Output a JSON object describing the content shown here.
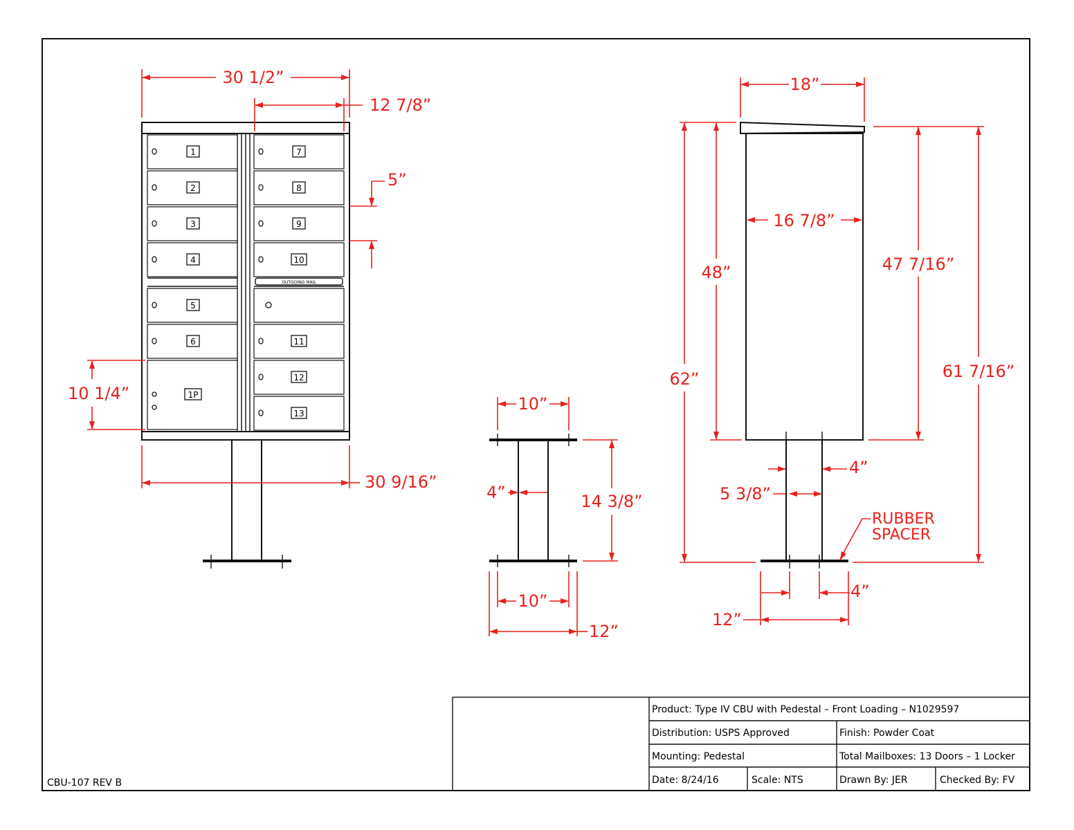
{
  "drawing_code": "CBU-107 REV B",
  "title_block": {
    "product": "Product: Type IV CBU with Pedestal – Front Loading – N1029597",
    "distribution": "Distribution: USPS Approved",
    "finish": "Finish: Powder Coat",
    "mounting": "Mounting: Pedestal",
    "total": "Total Mailboxes: 13 Doors – 1 Locker",
    "date": "Date: 8/24/16",
    "scale": "Scale: NTS",
    "drawn": "Drawn By: JER",
    "checked": "Checked By: FV"
  },
  "front_view": {
    "dims": {
      "overall_width": "30 1/2”",
      "half_width": "12 7/8”",
      "door_height": "5”",
      "locker_height": "10 1/4”",
      "base_width": "30 9/16”"
    },
    "left_doors": [
      "1",
      "2",
      "3",
      "4",
      "5",
      "6"
    ],
    "locker": "1P",
    "right_doors_top": [
      "7",
      "8",
      "9",
      "10"
    ],
    "right_doors_bottom": [
      "11",
      "12",
      "13"
    ],
    "outgoing_label": "OUTGOING MAIL"
  },
  "pedestal_view": {
    "dims": {
      "top_width": "10”",
      "post_width": "4”",
      "height": "14 3/8”",
      "bottom_width": "10”",
      "base_width": "12”"
    }
  },
  "side_view": {
    "dims": {
      "depth": "18”",
      "inner_depth": "16 7/8”",
      "body_height": "48”",
      "overall_height": "62”",
      "body_height_rear": "47 7/16”",
      "overall_height_rear": "61 7/16”",
      "post_side": "4”",
      "post_spacing": "5 3/8”",
      "base_side": "4”",
      "base_width": "12”"
    },
    "rubber_spacer": [
      "RUBBER",
      "SPACER"
    ]
  },
  "colors": {
    "dimension": "#e8211c",
    "line": "#111111",
    "background": "#ffffff"
  }
}
